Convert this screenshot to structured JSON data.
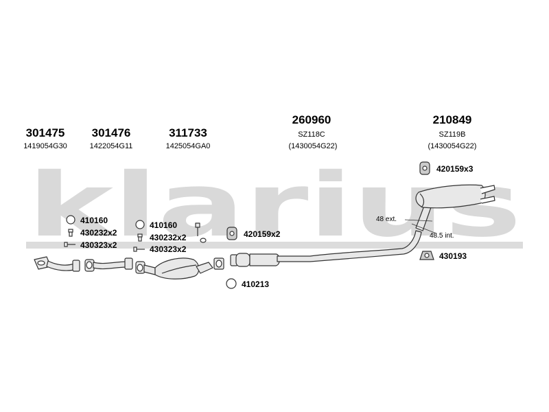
{
  "watermark": {
    "text": "klarius",
    "color": "#d9d9d9"
  },
  "colors": {
    "line": "#333333",
    "part_fill": "#e8e8e8"
  },
  "parts": [
    {
      "number": "301475",
      "oem": "1419054G30"
    },
    {
      "number": "301476",
      "oem": "1422054G11"
    },
    {
      "number": "311733",
      "oem": "1425054GA0"
    },
    {
      "number": "260960",
      "model": "SZ118C",
      "oem": "(1430054G22)"
    },
    {
      "number": "210849",
      "model": "SZ119B",
      "oem": "(1430054G22)"
    }
  ],
  "fittings": [
    {
      "label": "410160",
      "icon": "gasket-ring-icon"
    },
    {
      "label": "430232x2",
      "icon": "bolt-icon"
    },
    {
      "label": "430323x2",
      "icon": "spring-bolt-icon"
    },
    {
      "label": "410160",
      "icon": "gasket-ring-icon"
    },
    {
      "label": "430232x2",
      "icon": "bolt-icon"
    },
    {
      "label": "430323x2",
      "icon": "spring-bolt-icon"
    },
    {
      "label": "420159x2",
      "icon": "rubber-hanger-icon"
    },
    {
      "label": "410213",
      "icon": "gasket-ring-icon"
    },
    {
      "label": "420159x3",
      "icon": "rubber-hanger-icon"
    },
    {
      "label": "430193",
      "icon": "clamp-icon"
    }
  ],
  "dimensions": {
    "ext": "48 ext.",
    "int": "48.5 int."
  }
}
